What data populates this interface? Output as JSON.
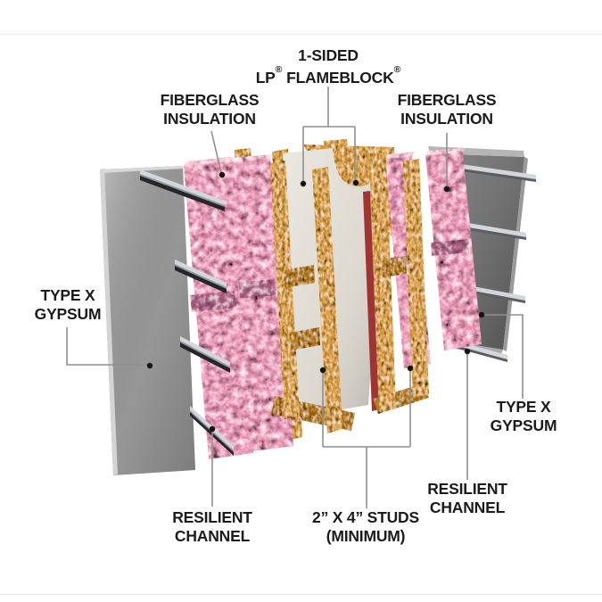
{
  "page": {
    "background": "#ffffff"
  },
  "diagram": {
    "type": "exploded-wall-assembly",
    "labels": {
      "flameblock": {
        "line1": "1-SIDED",
        "brand": "LP",
        "registered_mark": "®",
        "product": "FLAMEBLOCK"
      },
      "fiberglass_left": {
        "line1": "FIBERGLASS",
        "line2": "INSULATION"
      },
      "fiberglass_right": {
        "line1": "FIBERGLASS",
        "line2": "INSULATION"
      },
      "type_x_gypsum_left": {
        "line1": "TYPE X",
        "line2": "GYPSUM"
      },
      "type_x_gypsum_right": {
        "line1": "TYPE X",
        "line2": "GYPSUM"
      },
      "resilient_channel_left": {
        "line1": "RESILIENT",
        "line2": "CHANNEL"
      },
      "resilient_channel_right": {
        "line1": "RESILIENT",
        "line2": "CHANNEL"
      },
      "studs": {
        "line1": "2” X 4” STUDS",
        "line2": "(MINIMUM)"
      }
    },
    "colors": {
      "insulation_pink": "#ee9cba",
      "insulation_pink_dark": "#b4678b",
      "insulation_pink_light": "#f8cadb",
      "wood": "#dda245",
      "wood_dark": "#b97f22",
      "gypsum_left": "#a0a0a0",
      "gypsum_left_edge": "#d4d4d4",
      "gypsum_right": "#6d6d6d",
      "gypsum_right_edge": "#b5b5b5",
      "metal_light": "#d3d7db",
      "metal_mid": "#9099a1",
      "metal_dark": "#26262a",
      "flameblock_face": "#ded9d0",
      "flameblock_edge_red": "#a03434",
      "leader_line": "#8f8f8f",
      "callout_dot": "#151515",
      "label_text": "#1b1b1b"
    }
  }
}
